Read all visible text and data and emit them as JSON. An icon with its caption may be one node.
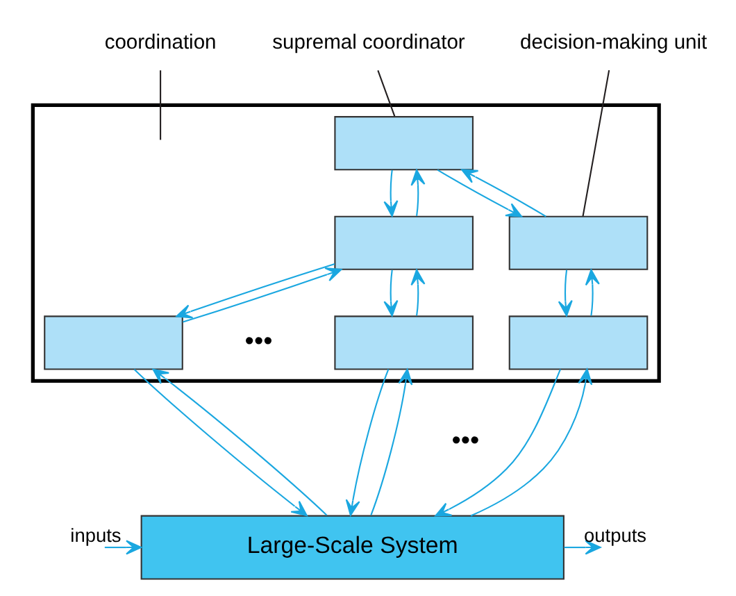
{
  "diagram": {
    "nodes": [
      {
        "text": [],
        "shape": "triangle"
      },
      {
        "text": [],
        "shape": "box",
        "in": 0
      },
      {
        "text": [],
        "shape": "box",
        "in": 0
      },
      {
        "text": [],
        "shape": "box",
        "in": 0
      },
      {
        "text": [],
        "shape": "box",
        "in": 0
      },
      {
        "text": [],
        "shape": "box",
        "in": 0
      },
      {
        "text": [],
        "shape": "box",
        "in": 0
      },
      {
        "text": [
          "Large-Scale System"
        ]
      },
      {
        "text": [
          "supremal coordinator"
        ]
      },
      {
        "text": [
          "decision-making unit"
        ]
      },
      {
        "text": [
          "coordination"
        ]
      }
    ],
    "edges": [
      {
        "from": 1,
        "to": 2,
        "arrow": "to"
      },
      {
        "from": 2,
        "to": 1,
        "arrow": "to"
      },
      {
        "from": 1,
        "to": 3,
        "arrow": "to"
      },
      {
        "from": 3,
        "to": 1,
        "arrow": "to"
      },
      {
        "from": 2,
        "to": 4,
        "arrow": "to"
      },
      {
        "from": 4,
        "to": 2,
        "arrow": "to"
      },
      {
        "from": 2,
        "to": 5,
        "arrow": "to"
      },
      {
        "from": 5,
        "to": 2,
        "arrow": "to"
      },
      {
        "from": 3,
        "to": 6,
        "arrow": "to"
      },
      {
        "from": 6,
        "to": 3,
        "arrow": "to"
      },
      {
        "from": 4,
        "to": 7,
        "arrow": "to"
      },
      {
        "from": 7,
        "to": 4,
        "arrow": "to"
      },
      {
        "from": 5,
        "to": 7,
        "arrow": "to"
      },
      {
        "from": 7,
        "to": 5,
        "arrow": "to"
      },
      {
        "from": 6,
        "to": 7,
        "arrow": "to"
      },
      {
        "from": 7,
        "to": 6,
        "arrow": "to"
      },
      {
        "from": null,
        "to": 7,
        "arrow": "to",
        "label": "inputs"
      },
      {
        "from": 7,
        "to": null,
        "arrow": "to",
        "label": "outputs"
      },
      {
        "from": 8,
        "to": 1,
        "arrow": "none",
        "color": "#231f20"
      },
      {
        "from": 9,
        "to": 3,
        "arrow": "none",
        "color": "#231f20"
      },
      {
        "from": 10,
        "to": null,
        "arrow": "none",
        "color": "#231f20"
      }
    ],
    "labels": [
      "•••",
      "•••"
    ]
  }
}
